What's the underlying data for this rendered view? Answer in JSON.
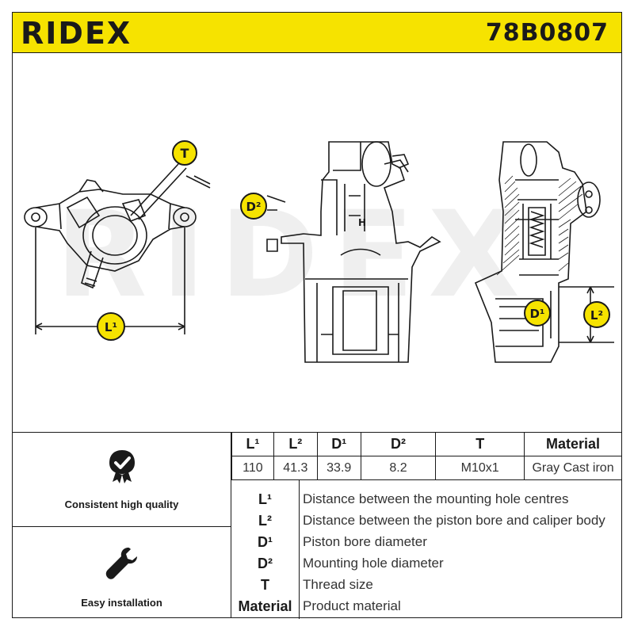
{
  "header": {
    "brand": "RIDEX",
    "part_number": "78B0807",
    "brand_color": "#f6e300"
  },
  "drawing": {
    "watermark": "RIDEX",
    "badges": {
      "T": "T",
      "L1": "L¹",
      "D2": "D²",
      "D1": "D¹",
      "L2": "L²",
      "H": "H"
    }
  },
  "features": [
    {
      "icon": "quality-check-icon",
      "label": "Consistent high quality"
    },
    {
      "icon": "wrench-icon",
      "label": "Easy installation"
    }
  ],
  "specs": {
    "headers": [
      "L¹",
      "L²",
      "D¹",
      "D²",
      "T",
      "Material"
    ],
    "values": [
      "110",
      "41.3",
      "33.9",
      "8.2",
      "M10x1",
      "Gray Cast iron"
    ]
  },
  "legend": [
    {
      "symbol": "L¹",
      "description": "Distance between the mounting hole centres"
    },
    {
      "symbol": "L²",
      "description": "Distance between the piston bore and caliper body"
    },
    {
      "symbol": "D¹",
      "description": "Piston bore diameter"
    },
    {
      "symbol": "D²",
      "description": "Mounting hole diameter"
    },
    {
      "symbol": "T",
      "description": "Thread size"
    },
    {
      "symbol": "Material",
      "description": "Product material"
    }
  ]
}
